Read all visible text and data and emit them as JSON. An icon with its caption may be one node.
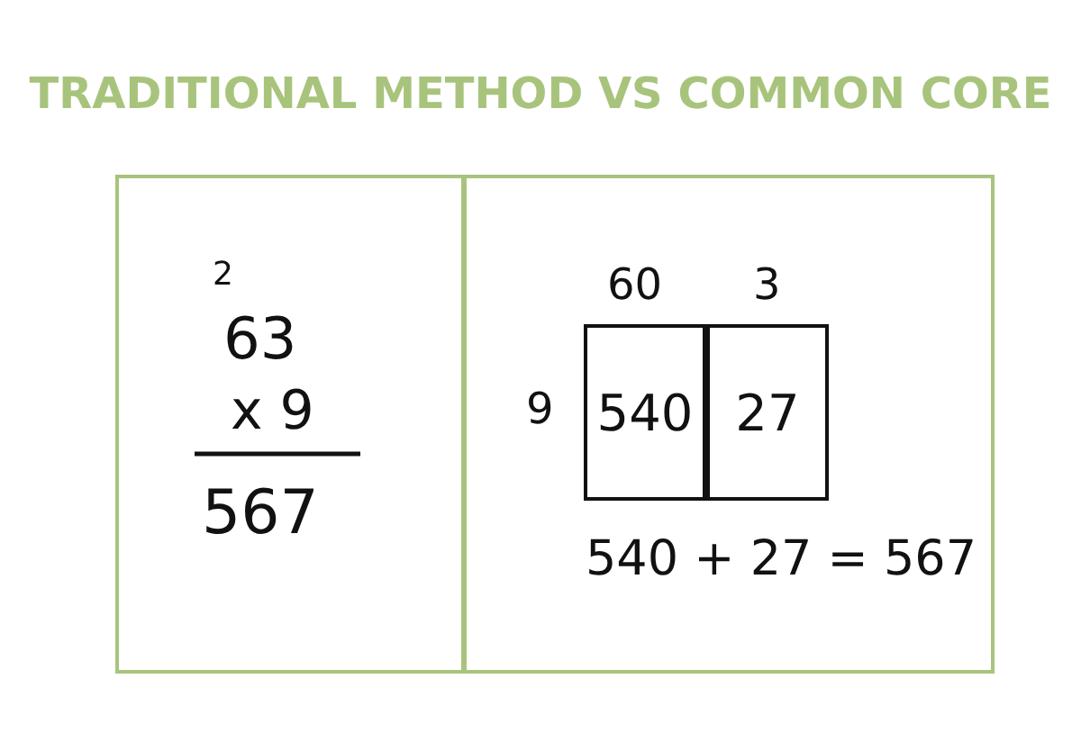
{
  "diagram": {
    "title": "TRADITIONAL METHOD VS COMMON CORE",
    "nodes": [
      {
        "text": [],
        "shape": "box"
      },
      {
        "text": [],
        "shape": "box"
      },
      {
        "text": [
          "540"
        ],
        "in": 1
      },
      {
        "text": [
          "27"
        ],
        "in": 1
      }
    ],
    "labels": [
      "2",
      "63",
      "x 9",
      "567",
      "60",
      "3",
      "9",
      "540 + 27 = 567"
    ]
  }
}
